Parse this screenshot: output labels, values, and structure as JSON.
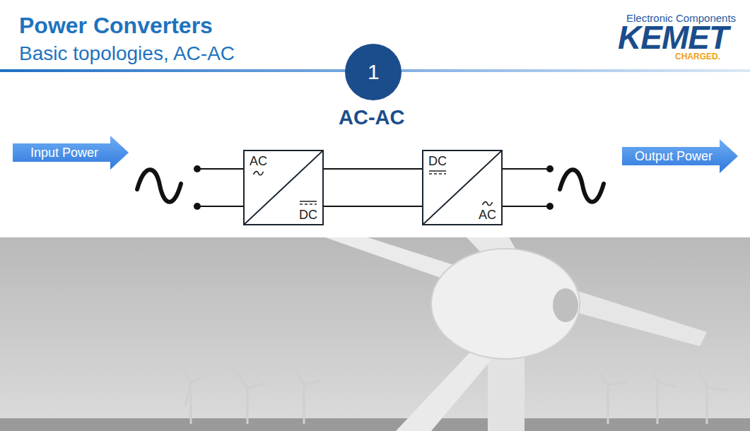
{
  "diagram": {
    "title": "Power Converters",
    "nodes": [
      {
        "text": [
          "1"
        ]
      },
      {
        "text": [
          "Input Power"
        ]
      },
      {
        "text": [
          "AC",
          "DC"
        ]
      },
      {
        "text": [
          "DC",
          "AC"
        ]
      },
      {
        "text": [
          "Output Power"
        ]
      }
    ],
    "edges": [
      {
        "from": 2,
        "to": 3,
        "arrow": "none"
      },
      {
        "from": 2,
        "to": 3,
        "arrow": "none"
      }
    ],
    "labels": [
      "Basic topologies, AC-AC",
      "Electronic Components",
      "KEMET",
      "CHARGED.",
      "AC-AC"
    ]
  }
}
